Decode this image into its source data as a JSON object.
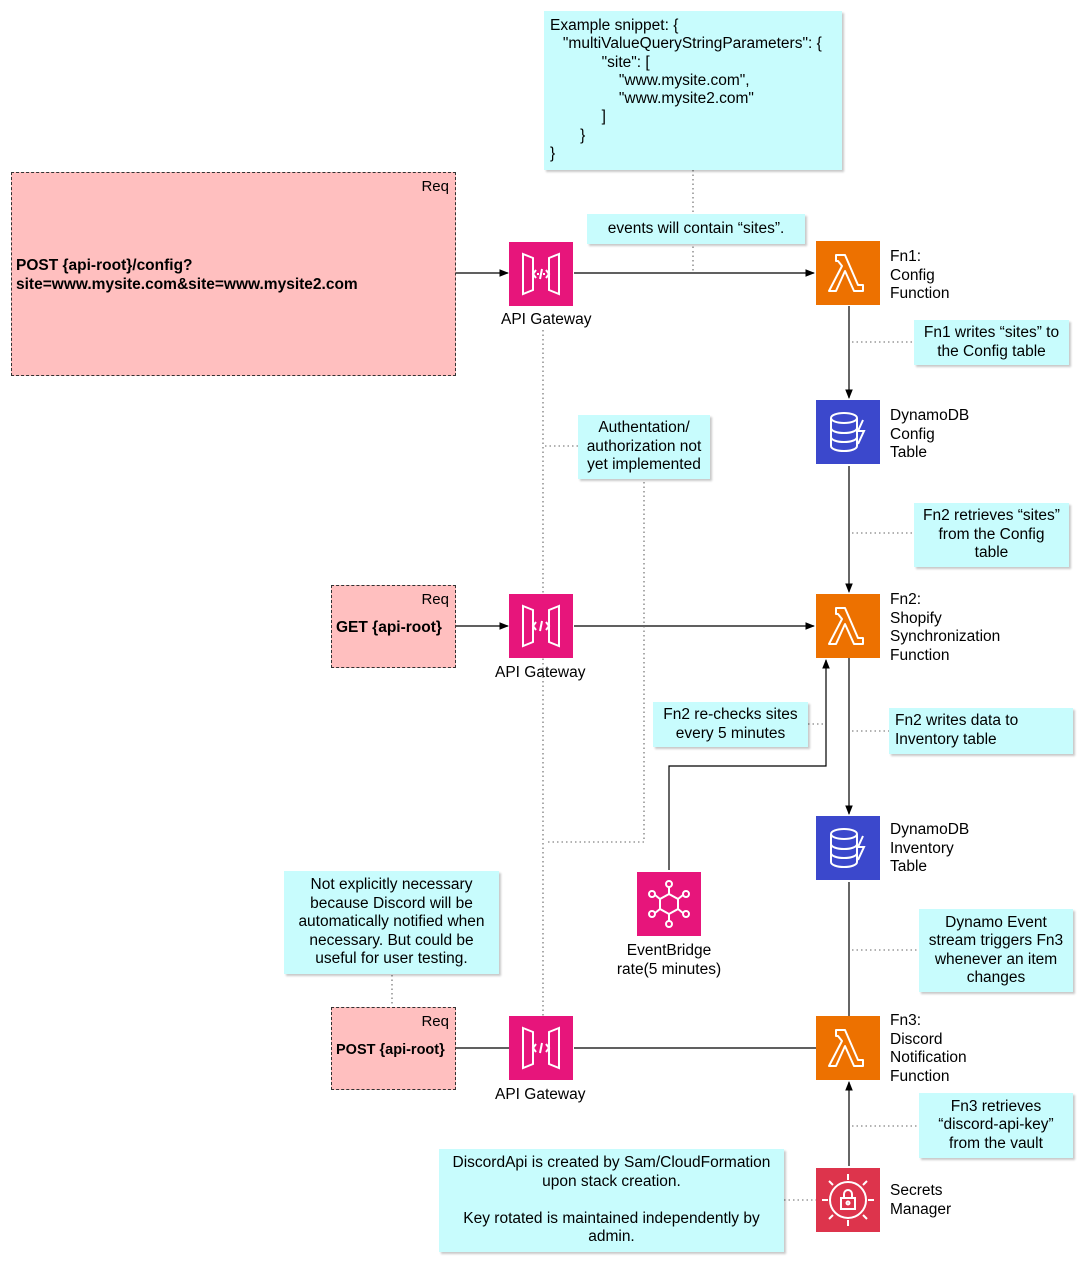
{
  "colors": {
    "note_bg": "#c8fcfd",
    "req_bg": "#ffbfbf",
    "api_gateway": "#e7157b",
    "lambda": "#ed7100",
    "dynamodb": "#3b48cc",
    "eventbridge": "#e7157b",
    "secrets_manager": "#dd344c"
  },
  "notes": {
    "example_snippet": "Example snippet: {\n   \"multiValueQueryStringParameters\": {\n            \"site\": [\n                \"www.mysite.com\",\n                \"www.mysite2.com\"\n            ]\n       }\n}",
    "events_contain": "events will contain “sites”.",
    "fn1_writes": "Fn1 writes “sites” to\nthe Config table",
    "auth": "Authentation/\nauthorization not\nyet implemented",
    "fn2_retrieves": "Fn2 retrieves “sites”\nfrom the Config\ntable",
    "fn2_rechecks": "Fn2 re-checks sites\nevery 5 minutes",
    "fn2_writes": "Fn2 writes data to\nInventory table",
    "not_necessary": "Not explicitly necessary\nbecause Discord will be\nautomatically notified when\nnecessary. But could be\nuseful for user testing.",
    "dynamo_stream": "Dynamo Event\nstream triggers Fn3\nwhenever an item\nchanges",
    "fn3_retrieves": "Fn3 retrieves\n“discord-api-key”\nfrom the vault",
    "discord_api": "DiscordApi is created by Sam/CloudFormation\nupon stack creation.\n\nKey rotated is maintained independently by\nadmin."
  },
  "requests": {
    "req1": {
      "tag": "Req",
      "text": "POST {api-root}/config?\nsite=www.mysite.com&site=www.mysite2.com"
    },
    "req2": {
      "tag": "Req",
      "text": "GET {api-root}"
    },
    "req3": {
      "tag": "Req",
      "text": "POST {api-root}"
    }
  },
  "icons": {
    "apigw1": {
      "icon": "api-gateway-icon",
      "label": "API Gateway"
    },
    "apigw2": {
      "icon": "api-gateway-icon",
      "label": "API Gateway"
    },
    "apigw3": {
      "icon": "api-gateway-icon",
      "label": "API Gateway"
    },
    "fn1": {
      "icon": "lambda-icon",
      "label": "Fn1:\nConfig\nFunction"
    },
    "ddb_config": {
      "icon": "dynamodb-icon",
      "label": "DynamoDB\nConfig\nTable"
    },
    "fn2": {
      "icon": "lambda-icon",
      "label": "Fn2:\nShopify\nSynchronization\nFunction"
    },
    "ddb_inventory": {
      "icon": "dynamodb-icon",
      "label": "DynamoDB\nInventory\nTable"
    },
    "eventbridge": {
      "icon": "eventbridge-icon",
      "label": "EventBridge\nrate(5 minutes)"
    },
    "fn3": {
      "icon": "lambda-icon",
      "label": "Fn3:\nDiscord\nNotification\nFunction"
    },
    "secrets": {
      "icon": "secrets-manager-icon",
      "label": "Secrets\nManager"
    }
  }
}
